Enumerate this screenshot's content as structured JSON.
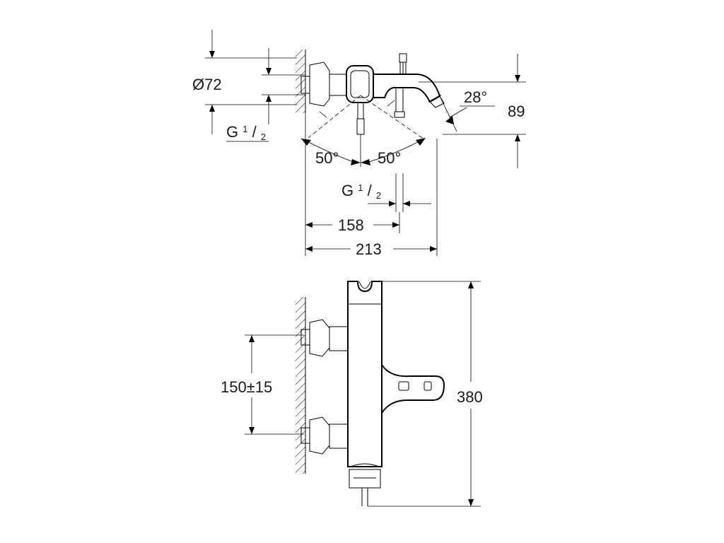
{
  "top_view": {
    "diameter": "Ø72",
    "inlet_left": {
      "main": "G ",
      "num": "1",
      "sep": "/",
      "den": "2"
    },
    "angle_left": "50°",
    "angle_right": "50°",
    "spout_angle": "28°",
    "spout_height": "89",
    "inlet_bottom": {
      "main": "G ",
      "num": "1",
      "sep": "/",
      "den": "2"
    },
    "projection_short": "158",
    "projection_total": "213"
  },
  "front_view": {
    "center_distance": "150±15",
    "total_height": "380"
  }
}
